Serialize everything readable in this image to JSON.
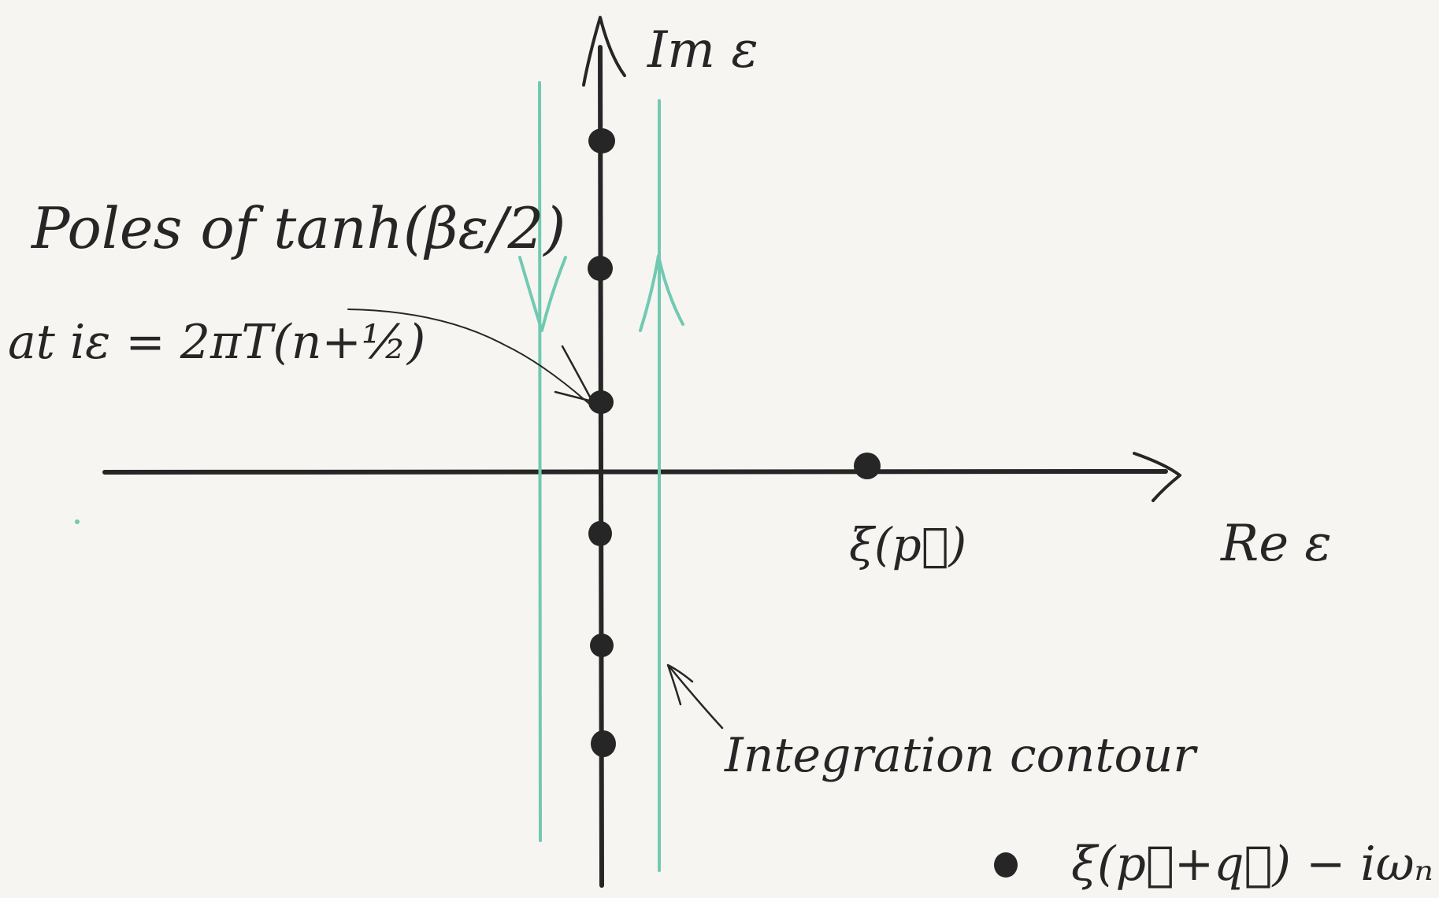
{
  "labels": {
    "imaginary_axis": "Im ε",
    "real_axis": "Re ε",
    "poles_line1": "Poles of tanh(βε/2)",
    "poles_line2": "at iε = 2πT(n+½)",
    "real_pole": "ξ(p⃗)",
    "contour": "Integration contour",
    "second_pole": "ξ(p⃗+q⃗) − iωₙ"
  },
  "colors": {
    "background": "#f6f5f1",
    "ink": "#262626",
    "contour": "#72c9b2"
  },
  "diagram": {
    "imaginary_axis_poles": 6,
    "real_axis_poles": 1,
    "contour_lines": 2,
    "contour_directions": [
      "down",
      "up"
    ]
  }
}
